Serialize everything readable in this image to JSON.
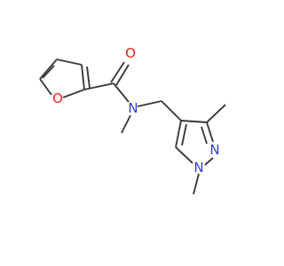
{
  "molecule": {
    "colors": {
      "bond": "#3a3a3a",
      "oxygen": "#e8231b",
      "nitrogen": "#2e3dd6",
      "background": "#ffffff"
    },
    "atom_labels": {
      "furan_oxygen": "O",
      "carbonyl_oxygen": "O",
      "amide_nitrogen": "N",
      "pyrazole_n2": "N",
      "pyrazole_n1": "N"
    }
  }
}
